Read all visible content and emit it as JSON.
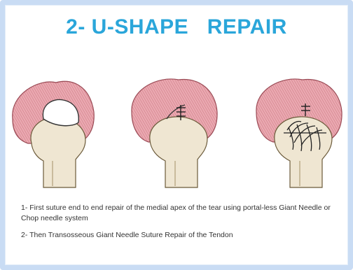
{
  "title": "2- U-SHAPE   REPAIR",
  "steps": [
    {
      "name": "step-1-tear"
    },
    {
      "name": "step-2-apex-suture"
    },
    {
      "name": "step-3-transosseous-repair"
    }
  ],
  "notes": [
    "1- First suture end to end repair of the medial apex of the tear using portal-less Giant Needle or Chop needle system",
    "2- Then Transosseous Giant Needle Suture Repair of the Tendon"
  ],
  "colors": {
    "title": "#2aa6da",
    "frame": "#c9dcf4",
    "tendon": "#e9a5ad",
    "tendon_stripe": "#c0606c",
    "bone": "#efe6d2",
    "bone_shadow": "#c9bb9c",
    "suture": "#222222"
  }
}
